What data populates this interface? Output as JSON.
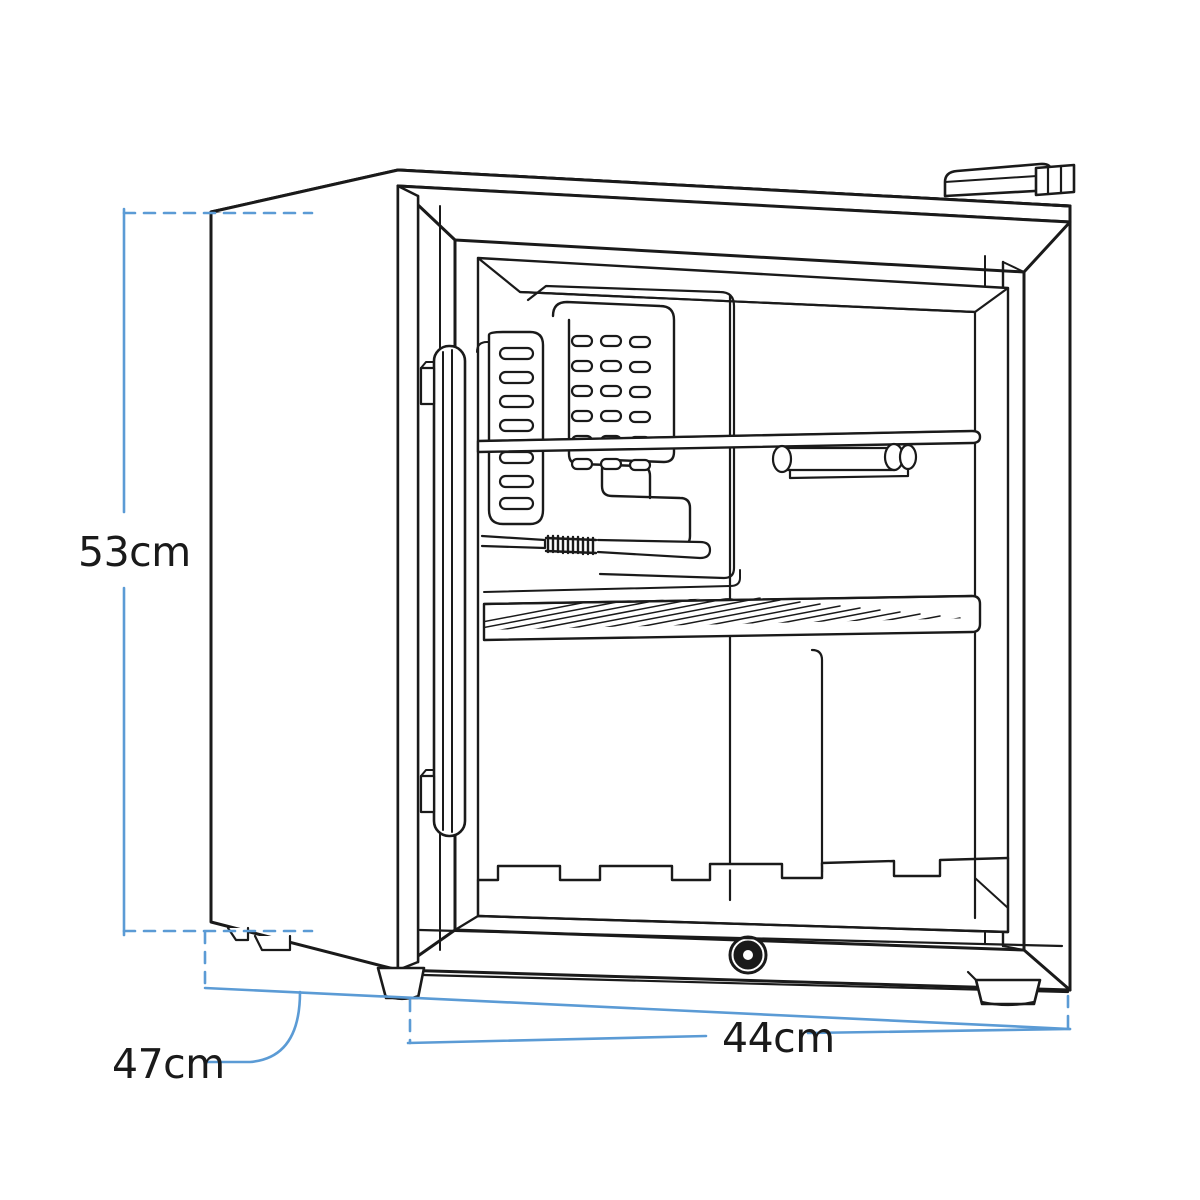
{
  "drawing": {
    "subject": "mini-fridge-glass-door",
    "view": "three-quarter-perspective",
    "style": "line-art-technical-illustration",
    "background_color": "#ffffff",
    "line_color": "#1a1a1a",
    "dimension_line_color": "#5b9bd5",
    "label_text_color": "#1a1a1a"
  },
  "dimensions": {
    "height": {
      "label": "53cm",
      "value": 53,
      "unit": "cm",
      "axis": "vertical",
      "position": "left"
    },
    "width": {
      "label": "44cm",
      "value": 44,
      "unit": "cm",
      "axis": "horizontal",
      "position": "bottom"
    },
    "depth": {
      "label": "47cm",
      "value": 47,
      "unit": "cm",
      "axis": "diagonal",
      "position": "bottom-left"
    }
  },
  "parts": {
    "cabinet_body": "cabinet-body",
    "glass_door": "glass-door",
    "door_frame": "door-frame",
    "door_handle": "vertical-bar-handle",
    "handle_brackets": 2,
    "door_lock": "keyed-lock",
    "top_hinge": "top-right-hinge",
    "evaporator_plate": "evaporator-plate",
    "wire_shelf": "wire-shelf",
    "glass_shelf": "upper-shelf",
    "shelf_bracket": "shelf-roller-bracket",
    "capillary_tube": "capillary-coil",
    "floor_ribs": "stepped-floor-profile",
    "feet": 2
  }
}
